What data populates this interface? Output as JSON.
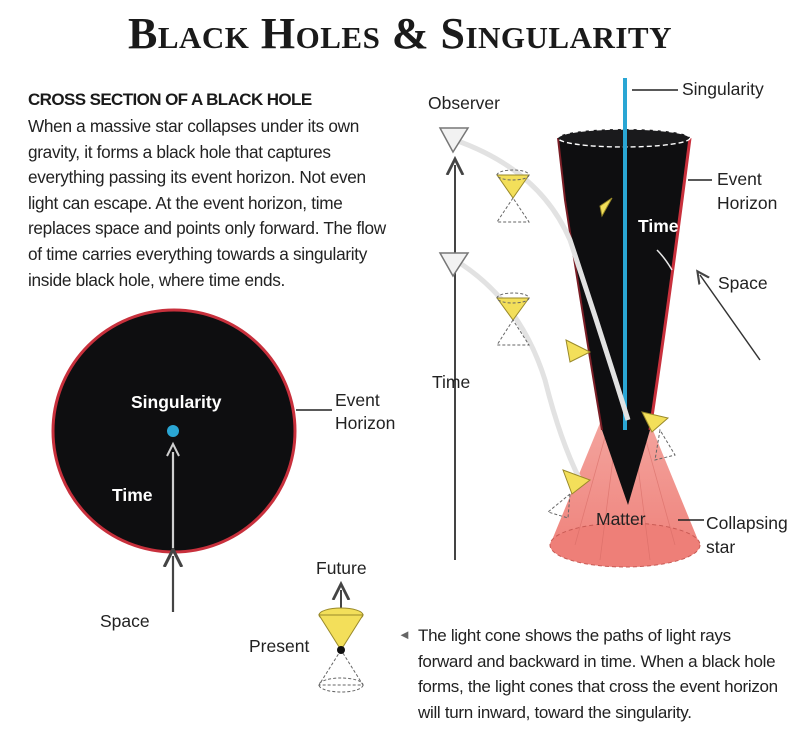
{
  "title": "Black Holes & Singularity",
  "section": {
    "heading": "CROSS SECTION OF A BLACK HOLE",
    "body": "When a massive star collapses under its own gravity, it forms a black hole that captures everything passing its event horizon. Not even light can escape. At the event horizon, time replaces space and points only forward. The flow of time carries everything towards a singularity inside black hole, where time ends."
  },
  "cross_section": {
    "singularity": "Singularity",
    "time": "Time",
    "event_horizon_1": "Event",
    "event_horizon_2": "Horizon",
    "space": "Space"
  },
  "light_cone": {
    "future": "Future",
    "present": "Present",
    "caption_marker": "◄",
    "caption": "The light cone shows the paths of light rays forward and backward in time. When a black hole forms, the light cones that cross the event horizon will turn inward, toward the singularity."
  },
  "collapse": {
    "observer": "Observer",
    "singularity": "Singularity",
    "event_horizon_1": "Event",
    "event_horizon_2": "Horizon",
    "time_inside": "Time",
    "space": "Space",
    "time_axis": "Time",
    "matter": "Matter",
    "collapsing_1": "Collapsing",
    "collapsing_2": "star"
  },
  "colors": {
    "black_hole": "#0e0e10",
    "horizon_rim": "#c8303c",
    "singularity": "#2aa6d4",
    "matter": "#f0908a",
    "cone": "#f3df5a"
  }
}
